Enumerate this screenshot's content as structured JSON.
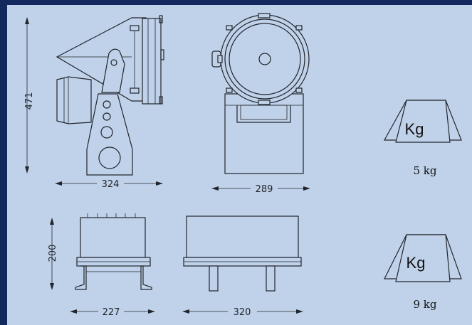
{
  "dimensions": {
    "height_top": "471",
    "width_side_top": "324",
    "width_front_top": "289",
    "height_bottom": "200",
    "width_side_bottom": "227",
    "width_front_bottom": "320"
  },
  "weights": {
    "kg_symbol": "Kg",
    "light_weight": "5 kg",
    "ballast_weight": "9 kg"
  },
  "colors": {
    "background": "#13295d",
    "panel": "#c0d2ea",
    "line": "#22252b"
  }
}
